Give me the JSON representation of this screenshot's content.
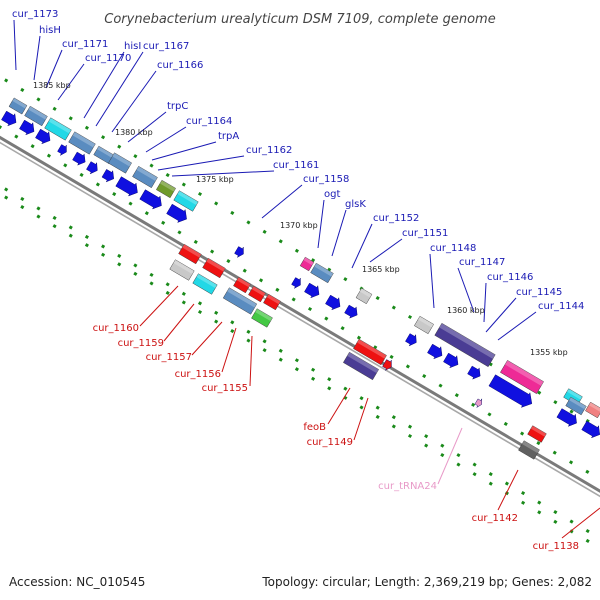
{
  "title": "Corynebacterium urealyticum DSM 7109, complete genome",
  "footer": {
    "accession": "Accession: NC_010545",
    "summary": "Topology: circular; Length: 2,369,219 bp; Genes: 2,082"
  },
  "colors": {
    "upper_label": "#1a1ab4",
    "lower_label": "#cc1111",
    "trna_label": "#e89ac8",
    "backbone": "#7a7a7a",
    "tick": "#1a8a1a",
    "cds": "#1010e0",
    "cds_steel": "#5a8cc0",
    "cyan": "#22d8e6",
    "olive": "#6f9a2a",
    "purple": "#4a3c94",
    "magenta": "#ee2a96",
    "grey": "#c8c8c8",
    "red": "#ee1111",
    "green": "#44c844",
    "salmon": "#f08080",
    "dark_grey": "#606060"
  },
  "scale_labels": [
    "1385 kbp",
    "1380 kbp",
    "1375 kbp",
    "1370 kbp",
    "1365 kbp",
    "1360 kbp",
    "1355 kbp"
  ],
  "upper_genes": [
    "cur_1173",
    "hisH",
    "cur_1171",
    "cur_1170",
    "hisI",
    "cur_1167",
    "cur_1166",
    "trpC",
    "cur_1164",
    "trpA",
    "cur_1162",
    "cur_1161",
    "cur_1158",
    "ogt",
    "glsK",
    "cur_1152",
    "cur_1151",
    "cur_1148",
    "cur_1147",
    "cur_1146",
    "cur_1145",
    "cur_1144"
  ],
  "lower_genes": [
    "cur_1160",
    "cur_1159",
    "cur_1157",
    "cur_1156",
    "cur_1155",
    "feoB",
    "cur_1149",
    "cur_1142",
    "cur_1138"
  ],
  "trna_genes": [
    "cur_tRNA24"
  ]
}
